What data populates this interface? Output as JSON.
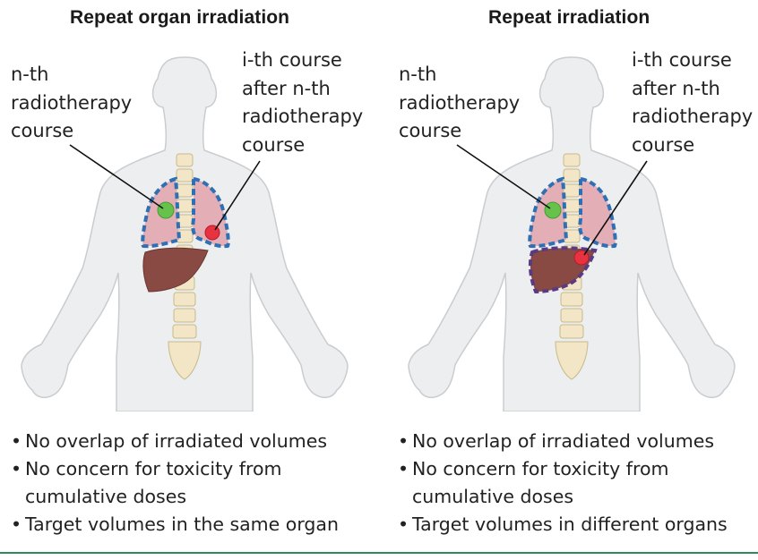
{
  "panels": [
    {
      "title": "Repeat organ irradiation",
      "label_left": [
        "n-th",
        "radiotherapy",
        "course"
      ],
      "label_right": [
        "i-th course",
        "after n-th",
        "radiotherapy",
        "course"
      ],
      "bullets": [
        "No overlap of irradiated volumes",
        [
          "No concern for toxicity from",
          "cumulative doses"
        ],
        "Target volumes in the same organ"
      ]
    },
    {
      "title": "Repeat irradiation",
      "label_left": [
        "n-th",
        "radiotherapy",
        "course"
      ],
      "label_right": [
        "i-th course",
        "after n-th",
        "radiotherapy",
        "course"
      ],
      "bullets": [
        "No overlap of irradiated volumes",
        [
          "No concern for toxicity from",
          "cumulative doses"
        ],
        "Target volumes in different organs"
      ]
    }
  ],
  "colors": {
    "body_fill": "#eceeef",
    "body_outline": "#c9cdd1",
    "lung_fill": "#e3aeb5",
    "liver_fill": "#8a4a44",
    "spine_fill": "#f2e6c6",
    "target_green": "#66c24a",
    "target_red": "#e8323f",
    "dashed_outline_blue": "#2f6fb3",
    "dashed_outline_purple": "#5a3b82",
    "footer_rule": "#2e8b57"
  }
}
